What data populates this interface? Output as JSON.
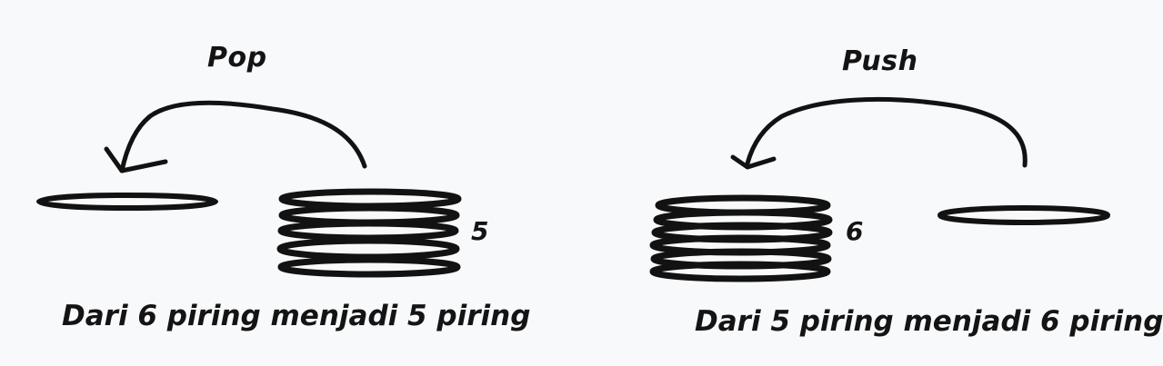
{
  "pop": {
    "label": "Pop",
    "count": "5",
    "caption": "Dari 6 piring menjadi 5 piring"
  },
  "push": {
    "label": "Push",
    "count": "6",
    "caption": "Dari 5 piring menjadi 6 piring"
  },
  "colors": {
    "ink": "#121212",
    "background": "#f8f9fb"
  }
}
